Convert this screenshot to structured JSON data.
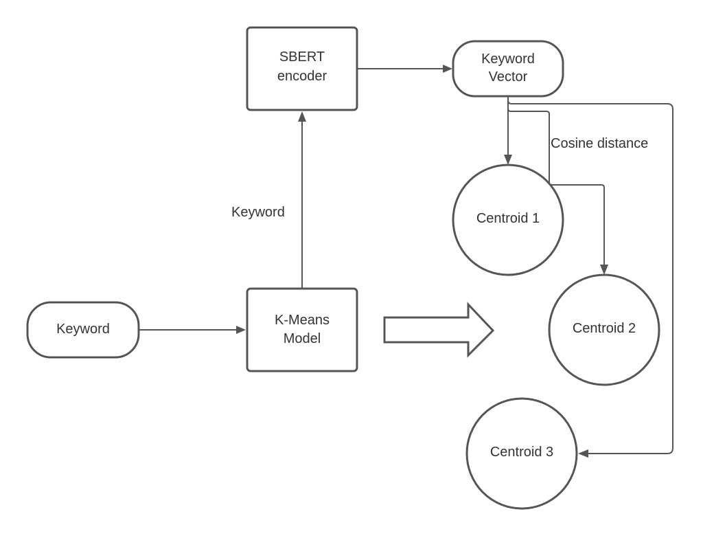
{
  "nodes": {
    "sbert": {
      "line1": "SBERT",
      "line2": "encoder"
    },
    "keyword_vector": {
      "line1": "Keyword",
      "line2": "Vector"
    },
    "keyword_input": {
      "label": "Keyword"
    },
    "kmeans": {
      "line1": "K-Means",
      "line2": "Model"
    },
    "centroid1": {
      "label": "Centroid 1"
    },
    "centroid2": {
      "label": "Centroid 2"
    },
    "centroid3": {
      "label": "Centroid 3"
    }
  },
  "edges": {
    "kmeans_to_sbert_label": "Keyword",
    "cosine_label": "Cosine distance"
  },
  "colors": {
    "stroke": "#555555",
    "text": "#333333",
    "background": "#ffffff"
  }
}
